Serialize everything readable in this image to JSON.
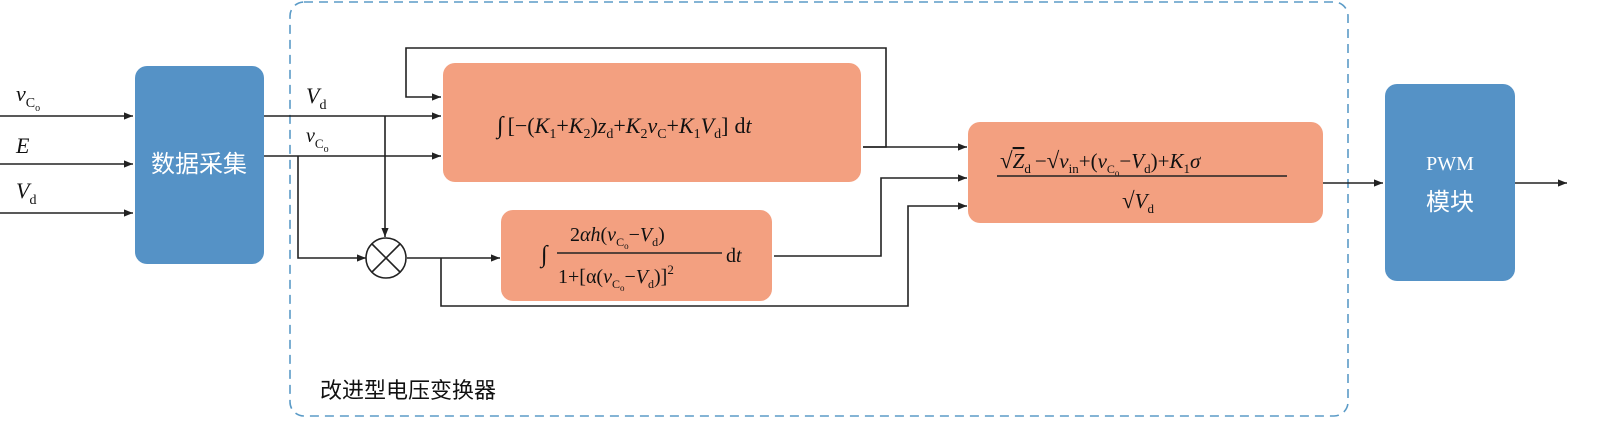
{
  "colors": {
    "blue_block": "#5592c6",
    "orange_block": "#f3a080",
    "dashed_border": "#5b9bc7",
    "line": "#222222"
  },
  "inputs": {
    "vco": {
      "main": "v",
      "sub": "C",
      "subsub": "o"
    },
    "e": {
      "main": "E"
    },
    "vd": {
      "main": "V",
      "sub": "d"
    }
  },
  "acquisition": {
    "label": "数据采集"
  },
  "signals": {
    "vd": {
      "main": "V",
      "sub": "d"
    },
    "vco": {
      "main": "v",
      "sub": "C",
      "subsub": "o"
    }
  },
  "top_block": {
    "integral": "∫",
    "open": "[−(",
    "k1": "K",
    "k1_sub": "1",
    "plus1": "+",
    "k2": "K",
    "k2_sub": "2",
    "close1": ")",
    "zd": "z",
    "zd_sub": "d",
    "plus2": "+",
    "k2b": "K",
    "k2b_sub": "2",
    "vc": "v",
    "vc_sub": "C",
    "plus3": "+",
    "k1b": "K",
    "k1b_sub": "1",
    "vd2": "V",
    "vd2_sub": "d",
    "close2": "]",
    "d": "d",
    "t": "t"
  },
  "bottom_block": {
    "integral": "∫",
    "num_2": "2",
    "num_alpha": "α",
    "num_h": "h",
    "num_open": "(",
    "num_v": "v",
    "num_sub": "C",
    "num_subsub": "o",
    "num_minus": "−",
    "num_V": "V",
    "num_Vsub": "d",
    "num_close": ")",
    "den_1": "1",
    "den_plus": "+",
    "den_open": "[α(",
    "den_v": "v",
    "den_sub": "C",
    "den_subsub": "o",
    "den_minus": "−",
    "den_V": "V",
    "den_Vsub": "d",
    "den_close": ")]",
    "den_sup": "2",
    "d": "d",
    "t": "t"
  },
  "multiplier": {
    "symbol": "⊗"
  },
  "output_block": {
    "sqrt": "√",
    "z": "Z",
    "z_sub": "d",
    "minus": "−",
    "sqrt2": "√",
    "vin": "v",
    "vin_sub": "in",
    "plus": "+(",
    "vco": "v",
    "vco_sub": "C",
    "vco_subsub": "o",
    "minus2": "−",
    "vd": "V",
    "vd_sub": "d",
    "close": ")+",
    "k1": "K",
    "k1_sub": "1",
    "sigma": "σ",
    "den_sqrt": "√",
    "den_v": "V",
    "den_sub": "d"
  },
  "pwm_block": {
    "line1": "PWM",
    "line2": "模块"
  },
  "converter_label": "改进型电压变换器"
}
